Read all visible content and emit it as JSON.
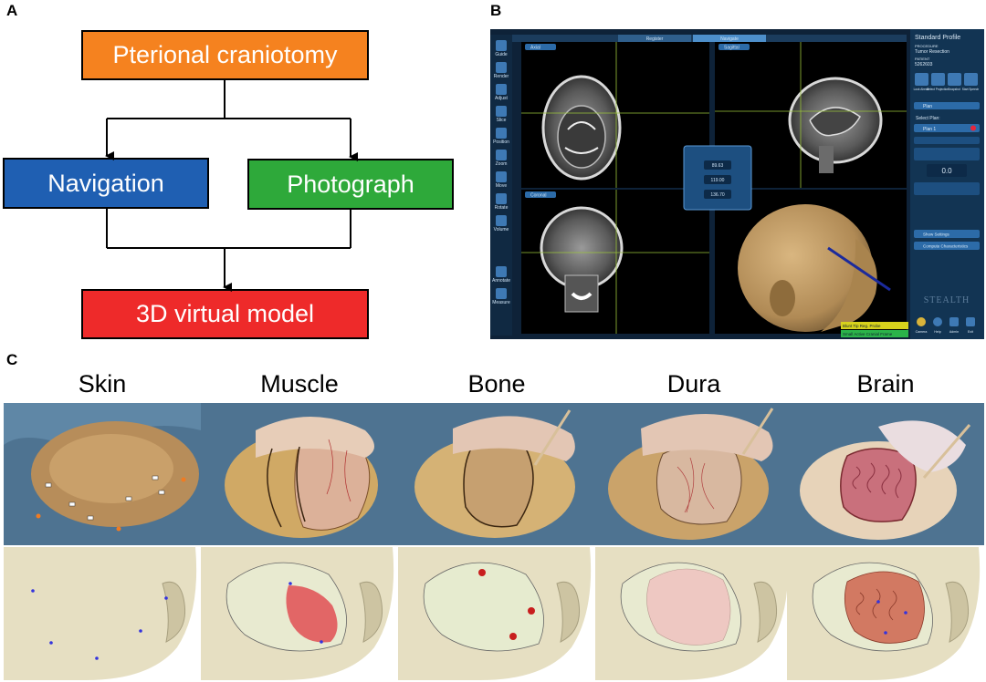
{
  "panels": {
    "a": "A",
    "b": "B",
    "c": "C"
  },
  "flowchart": {
    "top": "Pterional craniotomy",
    "left": "Navigation",
    "right": "Photograph",
    "bottom": "3D virtual model",
    "colors": {
      "top": "#f5821f",
      "left": "#1f5fb2",
      "right": "#2ea93a",
      "bottom": "#ee2a2a"
    }
  },
  "navigation_screen": {
    "tabs": [
      "Register",
      "Navigate"
    ],
    "view_labels": [
      "Axial",
      "Sagittal",
      "Coronal"
    ],
    "profile": {
      "title": "Standard Profile",
      "procedure_label": "PROCEDURE",
      "procedure": "Tumor Resection",
      "patient_label": "PATIENT",
      "patient_id": "5262603"
    },
    "right_buttons": [
      "Look Ahead",
      "Select Projection",
      "Snapshot",
      "Start Speech"
    ],
    "plan_section": "Plan",
    "select_plan": "Select Plan:",
    "plan_name": "Plan 1",
    "plan_value": "0.0",
    "settings": [
      "Show Settings",
      "Compute Characteristics"
    ],
    "logo": "STEALTH",
    "toolbar_left": [
      "Guide",
      "Render",
      "Adjust",
      "Slice",
      "Position",
      "Zoom",
      "Move",
      "Rotate",
      "Volume",
      "Annotate",
      "Measure"
    ],
    "status": {
      "line1": "Blunt Tip Reg. Probe",
      "line2": "Small Active Cranial Frame"
    },
    "bottom_buttons": [
      "Camera",
      "Help",
      "Admin",
      "Exit"
    ],
    "crosshair_values": [
      "89.63",
      "119.00",
      "136.70"
    ]
  },
  "columns": [
    {
      "label": "Skin",
      "model_tissue": "#e9e4c9"
    },
    {
      "label": "Muscle",
      "model_tissue": "#e26666"
    },
    {
      "label": "Bone",
      "model_tissue": "#e6ebcf"
    },
    {
      "label": "Dura",
      "model_tissue": "#eec8c2"
    },
    {
      "label": "Brain",
      "model_tissue": "#d27962"
    }
  ]
}
